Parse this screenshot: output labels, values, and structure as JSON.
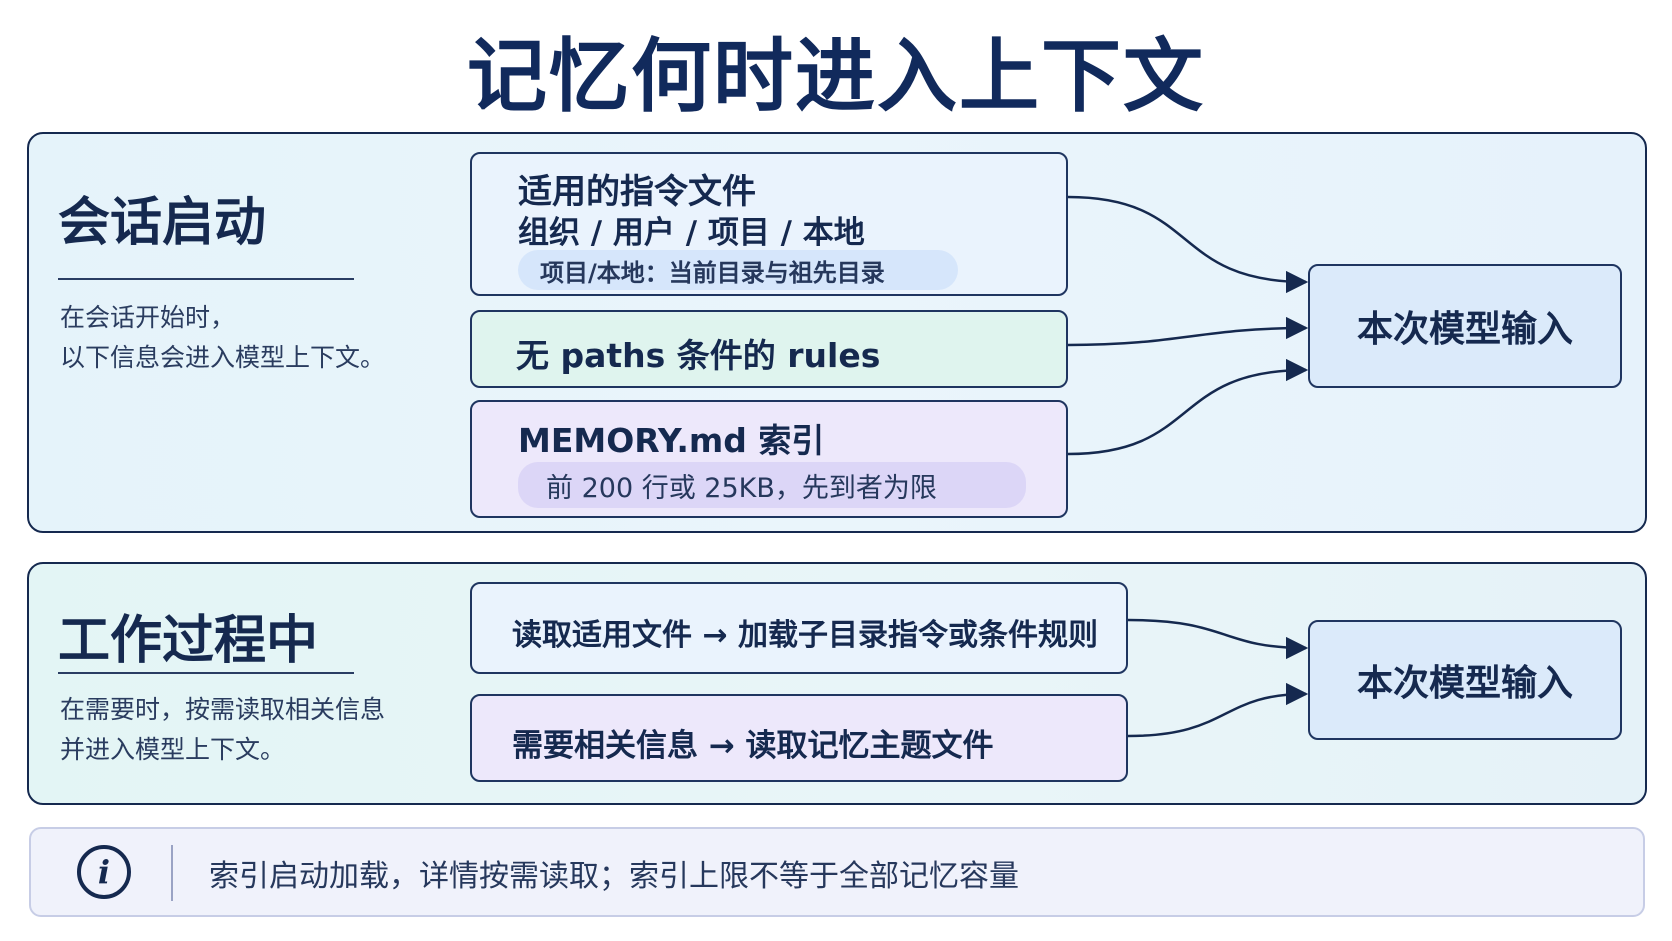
{
  "title": "记忆何时进入上下文",
  "session_start": {
    "title": "会话启动",
    "description_line1": "在会话开始时，",
    "description_line2": "以下信息会进入模型上下文。",
    "instruction_files": {
      "title": "适用的指令文件",
      "subtitle": "组织 / 用户 / 项目 / 本地",
      "note": "项目/本地：当前目录与祖先目录"
    },
    "rules": {
      "label": "无 paths 条件的 rules"
    },
    "memory_index": {
      "title": "MEMORY.md 索引",
      "note": "前 200 行或 25KB，先到者为限"
    },
    "target": "本次模型输入"
  },
  "during_work": {
    "title": "工作过程中",
    "description_line1": "在需要时，按需读取相关信息",
    "description_line2": "并进入模型上下文。",
    "read_files": {
      "label": "读取适用文件 → 加载子目录指令或条件规则"
    },
    "need_info": {
      "label": "需要相关信息 → 读取记忆主题文件"
    },
    "target": "本次模型输入"
  },
  "footer_note": {
    "icon": "info-icon",
    "text": "索引启动加载，详情按需读取；索引上限不等于全部记忆容量"
  },
  "colors": {
    "navy": "#15294f",
    "panel_blue": "#e5f3fa",
    "panel_teal": "#e3f5f5",
    "box_green": "#dff4ee",
    "box_purple": "#ede8fb",
    "target_blue": "#dbeafa"
  }
}
